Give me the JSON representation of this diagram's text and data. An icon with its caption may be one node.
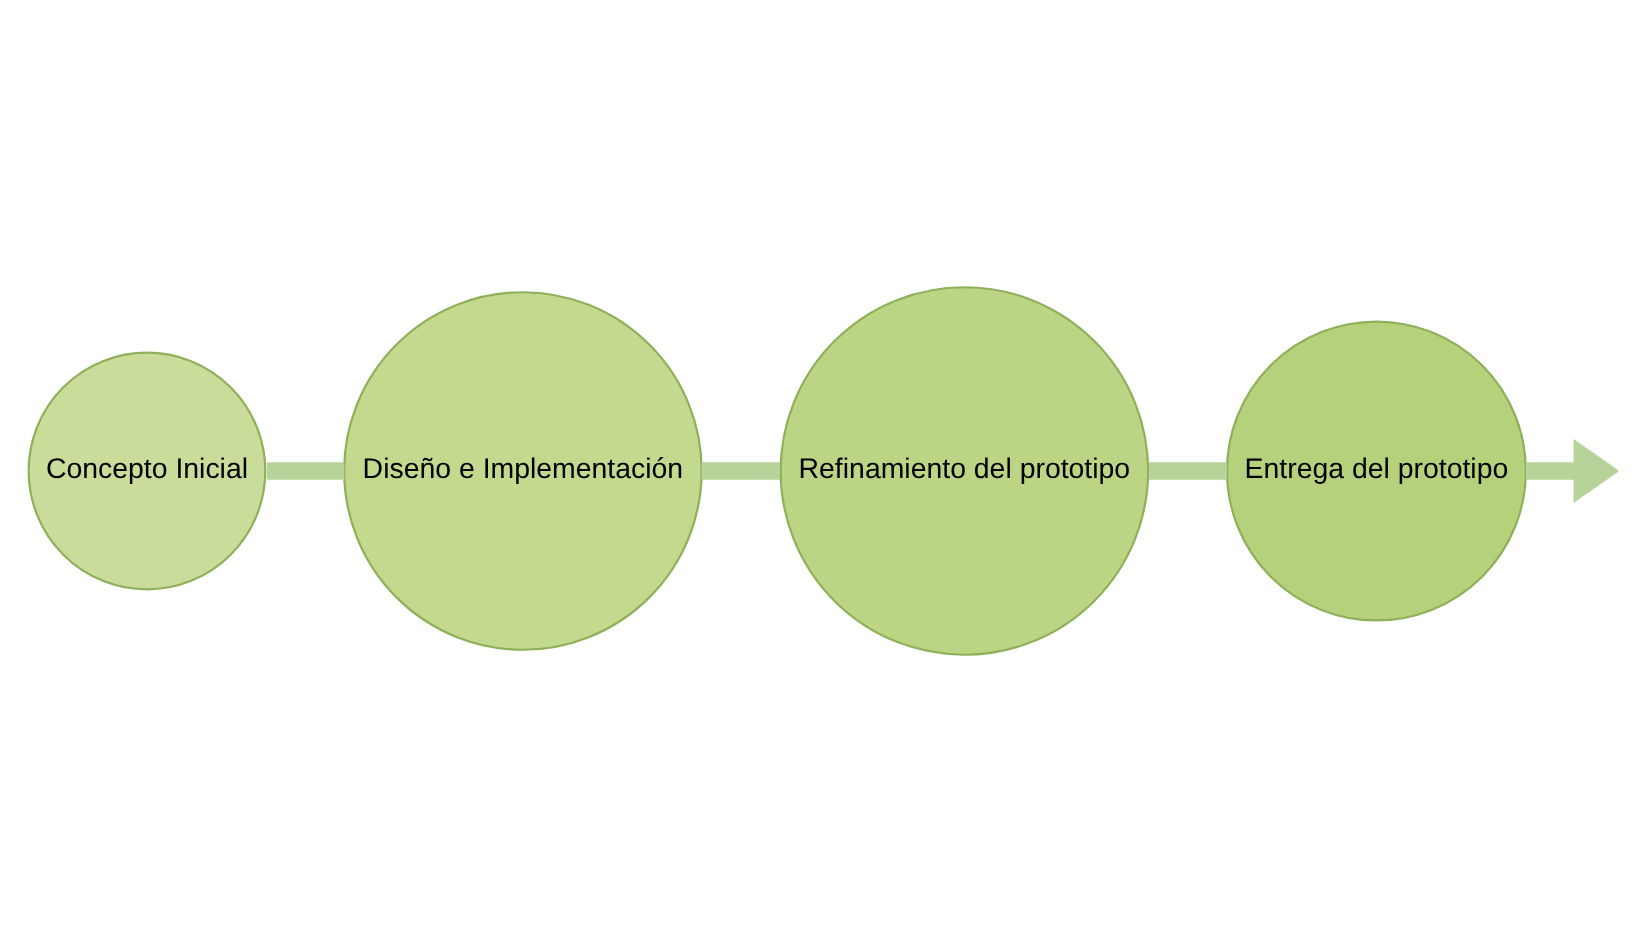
{
  "diagram": {
    "nodes": [
      {
        "text": [
          "Concepto Inicial"
        ]
      },
      {
        "text": [
          "Diseño e Implementación"
        ]
      },
      {
        "text": [
          "Refinamiento del prototipo"
        ]
      },
      {
        "text": [
          "Entrega del prototipo"
        ]
      }
    ],
    "edges": [
      {
        "from": 0,
        "to": 1,
        "arrow": "none"
      },
      {
        "from": 1,
        "to": 2,
        "arrow": "none"
      },
      {
        "from": 2,
        "to": 3,
        "arrow": "none"
      },
      {
        "from": 3,
        "to": null,
        "arrow": "to"
      }
    ]
  }
}
